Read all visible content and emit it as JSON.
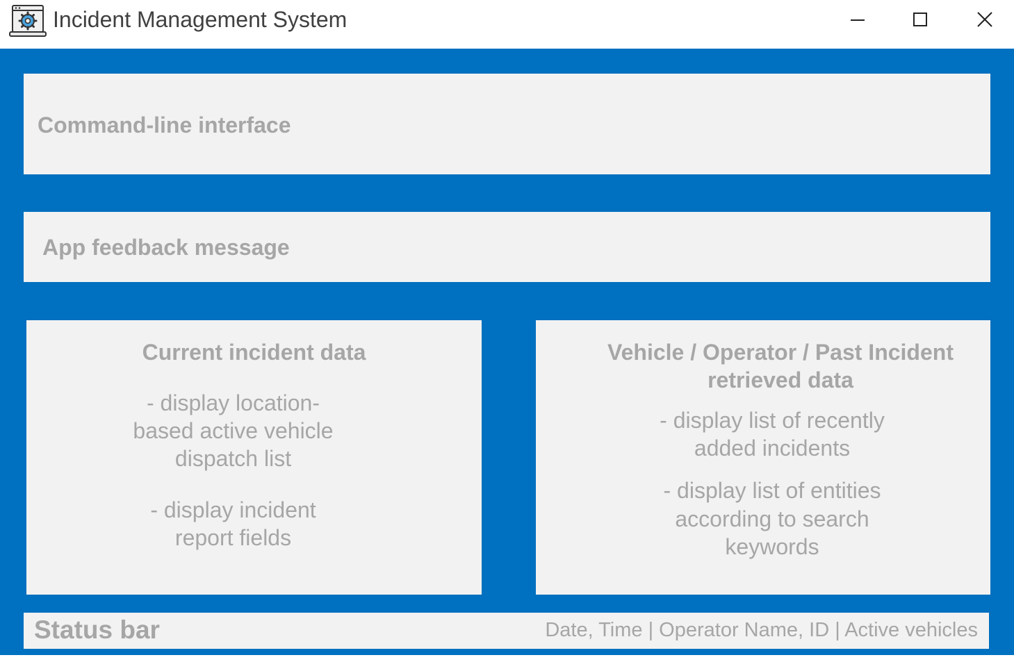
{
  "window": {
    "title": "Incident Management System",
    "icon": "gear-laptop-icon",
    "controls": [
      "minimize-icon",
      "maximize-icon",
      "close-icon"
    ]
  },
  "cli": {
    "label": "Command-line interface"
  },
  "feedback": {
    "label": "App feedback message"
  },
  "current_incident": {
    "title": "Current incident data",
    "bullets": [
      [
        "- display location-",
        "based active vehicle",
        "dispatch list"
      ],
      [
        "- display incident",
        "report fields"
      ]
    ]
  },
  "retrieved_data": {
    "title_lines": [
      "Vehicle / Operator / Past Incident",
      "retrieved data"
    ],
    "bullets": [
      [
        "- display list of recently",
        "added incidents"
      ],
      [
        "- display list of entities",
        "according to search",
        "keywords"
      ]
    ]
  },
  "status_bar": {
    "label": "Status bar",
    "info": "Date, Time | Operator Name, ID | Active vehicles"
  },
  "colors": {
    "background": "#0070c0",
    "panel": "#f2f2f2",
    "panel_text": "#a6a6a6",
    "title_text": "#404040"
  }
}
